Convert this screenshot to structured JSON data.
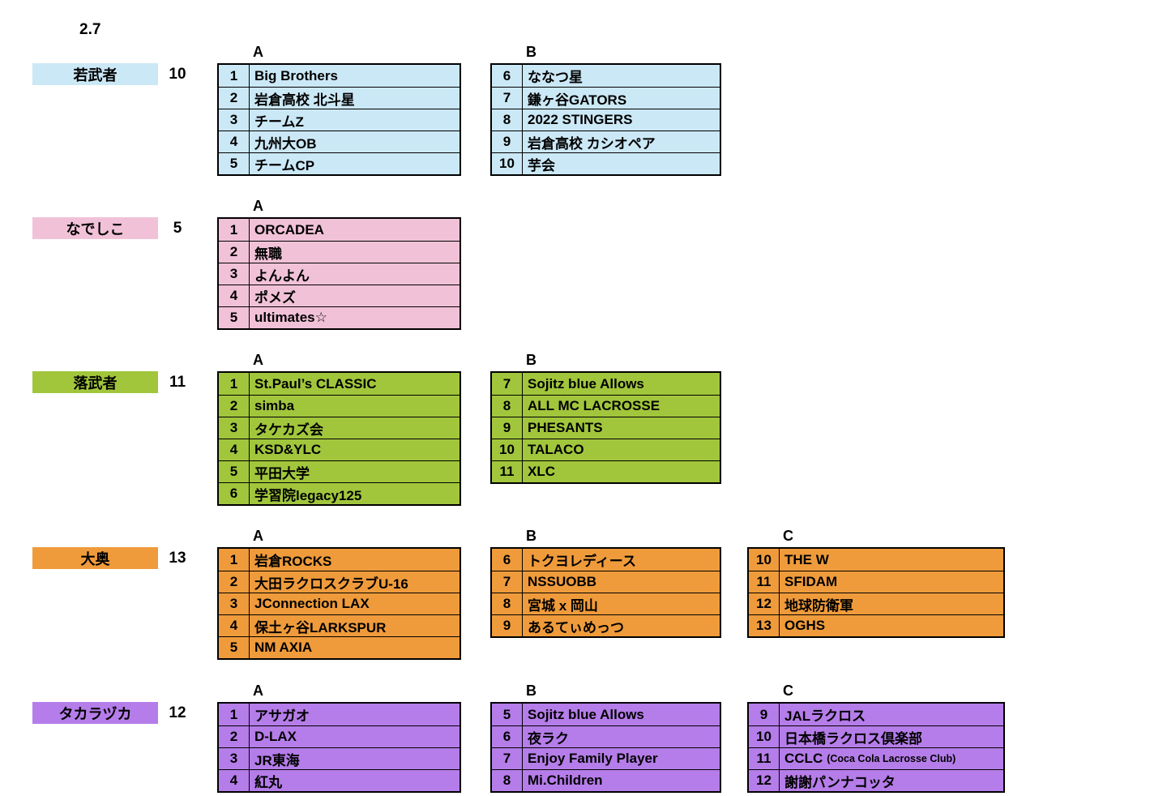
{
  "page": {
    "date_label": "2.7"
  },
  "divisions": [
    {
      "name": "若武者",
      "count": "10",
      "color": "#cbe8f6",
      "groups": [
        {
          "letter": "A",
          "teams": [
            {
              "no": "1",
              "name": "Big Brothers"
            },
            {
              "no": "2",
              "name": "岩倉高校 北斗星"
            },
            {
              "no": "3",
              "name": "チームZ"
            },
            {
              "no": "4",
              "name": "九州大OB"
            },
            {
              "no": "5",
              "name": "チームCP"
            }
          ]
        },
        {
          "letter": "B",
          "teams": [
            {
              "no": "6",
              "name": "ななつ星"
            },
            {
              "no": "7",
              "name": "鎌ヶ谷GATORS"
            },
            {
              "no": "8",
              "name": "2022 STINGERS"
            },
            {
              "no": "9",
              "name": "岩倉高校 カシオペア"
            },
            {
              "no": "10",
              "name": "芋会"
            }
          ]
        }
      ]
    },
    {
      "name": "なでしこ",
      "count": "5",
      "color": "#f1c2d7",
      "groups": [
        {
          "letter": "A",
          "teams": [
            {
              "no": "1",
              "name": "ORCADEA"
            },
            {
              "no": "2",
              "name": "無職"
            },
            {
              "no": "3",
              "name": "よんよん"
            },
            {
              "no": "4",
              "name": "ポメズ"
            },
            {
              "no": "5",
              "name": "ultimates☆"
            }
          ]
        }
      ]
    },
    {
      "name": "落武者",
      "count": "11",
      "color": "#a1c63c",
      "groups": [
        {
          "letter": "A",
          "teams": [
            {
              "no": "1",
              "name": "St.Paul’s CLASSIC"
            },
            {
              "no": "2",
              "name": "simba"
            },
            {
              "no": "3",
              "name": "タケカズ会"
            },
            {
              "no": "4",
              "name": "KSD&YLC"
            },
            {
              "no": "5",
              "name": "平田大学"
            },
            {
              "no": "6",
              "name": "学習院legacy125"
            }
          ]
        },
        {
          "letter": "B",
          "teams": [
            {
              "no": "7",
              "name": "Sojitz blue Allows"
            },
            {
              "no": "8",
              "name": "ALL MC LACROSSE"
            },
            {
              "no": "9",
              "name": "PHESANTS"
            },
            {
              "no": "10",
              "name": "TALACO"
            },
            {
              "no": "11",
              "name": "XLC"
            }
          ]
        }
      ]
    },
    {
      "name": "大奥",
      "count": "13",
      "color": "#ef9b3b",
      "groups": [
        {
          "letter": "A",
          "teams": [
            {
              "no": "1",
              "name": "岩倉ROCKS"
            },
            {
              "no": "2",
              "name": "大田ラクロスクラブU-16"
            },
            {
              "no": "3",
              "name": "JConnection LAX"
            },
            {
              "no": "4",
              "name": "保土ヶ谷LARKSPUR"
            },
            {
              "no": "5",
              "name": "NM AXIA"
            }
          ]
        },
        {
          "letter": "B",
          "teams": [
            {
              "no": "6",
              "name": "トクヨレディース"
            },
            {
              "no": "7",
              "name": "NSSUOBB"
            },
            {
              "no": "8",
              "name": "宮城 x 岡山"
            },
            {
              "no": "9",
              "name": "あるてぃめっつ"
            }
          ]
        },
        {
          "letter": "C",
          "teams": [
            {
              "no": "10",
              "name": "THE W"
            },
            {
              "no": "11",
              "name": "SFIDAM"
            },
            {
              "no": "12",
              "name": "地球防衛軍"
            },
            {
              "no": "13",
              "name": "OGHS"
            }
          ]
        }
      ]
    },
    {
      "name": "タカラヅカ",
      "count": "12",
      "color": "#b57de9",
      "groups": [
        {
          "letter": "A",
          "teams": [
            {
              "no": "1",
              "name": "アサガオ"
            },
            {
              "no": "2",
              "name": "D-LAX"
            },
            {
              "no": "3",
              "name": "JR東海"
            },
            {
              "no": "4",
              "name": "紅丸"
            }
          ]
        },
        {
          "letter": "B",
          "teams": [
            {
              "no": "5",
              "name": "Sojitz blue Allows"
            },
            {
              "no": "6",
              "name": "夜ラク"
            },
            {
              "no": "7",
              "name": "Enjoy Family Player"
            },
            {
              "no": "8",
              "name": "Mi.Children"
            }
          ]
        },
        {
          "letter": "C",
          "teams": [
            {
              "no": "9",
              "name": "JALラクロス"
            },
            {
              "no": "10",
              "name": "日本橋ラクロス倶楽部"
            },
            {
              "no": "11",
              "name": "CCLC",
              "suffix": "(Coca Cola Lacrosse Club)"
            },
            {
              "no": "12",
              "name": "謝謝パンナコッタ"
            }
          ]
        }
      ]
    }
  ]
}
